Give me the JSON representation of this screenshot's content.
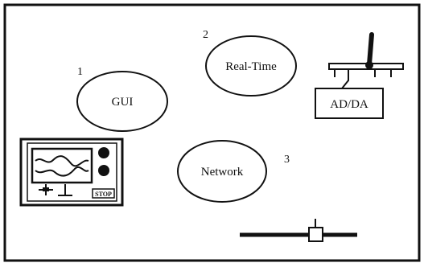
{
  "diagram": {
    "nodes": [
      {
        "number": "1",
        "label": "GUI"
      },
      {
        "number": "2",
        "label": "Real-Time"
      },
      {
        "number": "3",
        "label": "Network"
      }
    ],
    "device_box_label": "AD/DA",
    "monitor_button_label": "STOP"
  }
}
